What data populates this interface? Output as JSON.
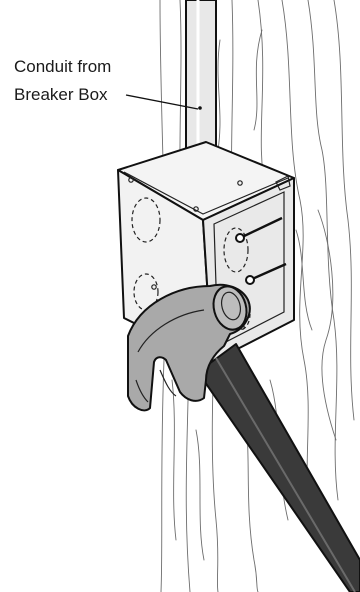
{
  "callout": {
    "line1": "Conduit from",
    "line2": "Breaker Box"
  },
  "colors": {
    "background": "#ffffff",
    "stud_grain": "#6d6d6d",
    "box_face": "#f2f2f2",
    "box_side": "#e6e6e6",
    "hammer_head": "#a7a7a7",
    "handle_dark": "#3a3a3a",
    "outline": "#111111"
  },
  "icons": {
    "conduit": "conduit-pipe",
    "box": "electrical-junction-box",
    "tool": "hammer-icon",
    "framing": "wood-stud"
  }
}
